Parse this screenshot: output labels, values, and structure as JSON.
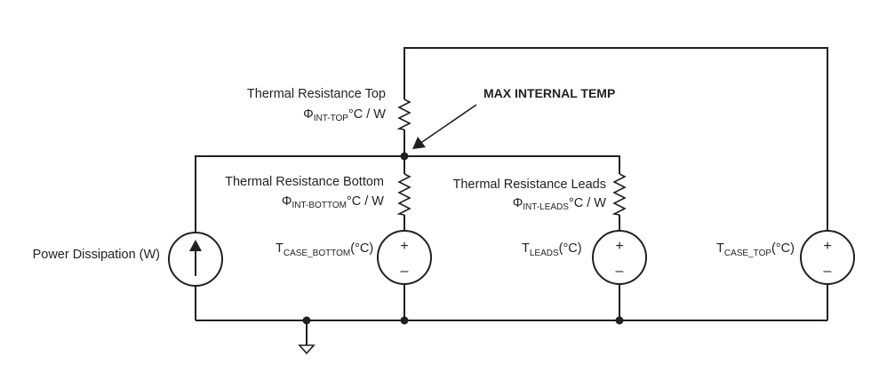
{
  "labels": {
    "thermal_resistance_top": "Thermal Resistance Top",
    "phi_top_symbol": "Φ",
    "phi_top_sub": "INT-TOP",
    "phi_top_unit": "°C / W",
    "max_internal_temp": "MAX INTERNAL TEMP",
    "thermal_resistance_bottom": "Thermal Resistance Bottom",
    "phi_bottom_symbol": "Φ",
    "phi_bottom_sub": "INT-BOTTOM",
    "phi_bottom_unit": "°C / W",
    "thermal_resistance_leads": "Thermal Resistance Leads",
    "phi_leads_symbol": "Φ",
    "phi_leads_sub": "INT-LEADS",
    "phi_leads_unit": "°C / W",
    "power_dissipation": "Power Dissipation (W)",
    "t_case_bottom_main": "T",
    "t_case_bottom_sub": "CASE_BOTTOM",
    "t_case_bottom_unit": "(°C)",
    "t_leads_main": "T",
    "t_leads_sub": "LEADS",
    "t_leads_unit": "(°C)",
    "t_case_top_main": "T",
    "t_case_top_sub": "CASE_TOP",
    "t_case_top_unit": "(°C)"
  },
  "signs": {
    "plus": "+",
    "minus": "–"
  },
  "colors": {
    "line": "#231f20",
    "background": "#ffffff"
  }
}
